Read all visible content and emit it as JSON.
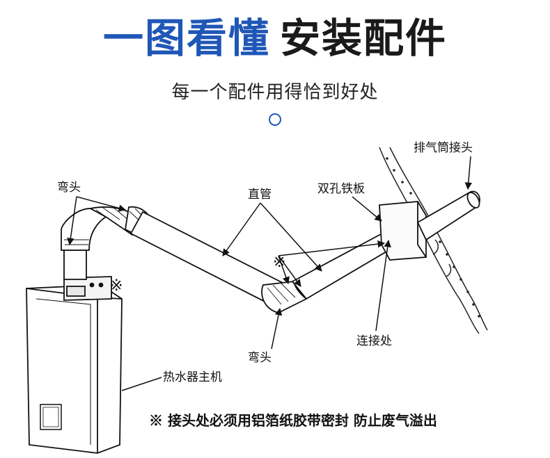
{
  "header": {
    "title_blue": "一图看懂",
    "title_dark": "安装配件",
    "subtitle": "每一个配件用得恰到好处"
  },
  "labels": {
    "elbow_top": "弯头",
    "straight_pipe": "直管",
    "double_hole_plate": "双孔铁板",
    "exhaust_connector": "排气筒接头",
    "elbow_bottom": "弯头",
    "joint": "连接处",
    "heater_unit": "热水器主机",
    "mark_symbol": "※"
  },
  "footnote": "※ 接头处必须用铝箔纸胶带密封  防止废气溢出",
  "colors": {
    "accent": "#1f57b7",
    "ink": "#111111"
  }
}
